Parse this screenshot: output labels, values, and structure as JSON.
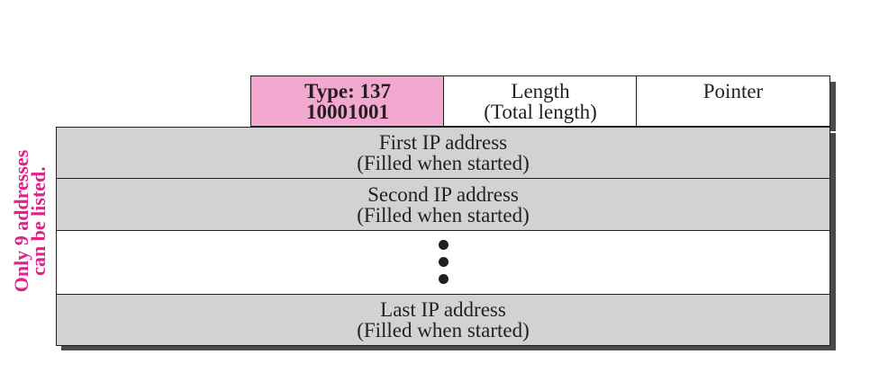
{
  "header": {
    "type_label": "Type: 137",
    "type_binary": "10001001",
    "length_label": "Length",
    "length_note": "(Total length)",
    "pointer_label": "Pointer"
  },
  "rows": [
    {
      "address": "First IP address",
      "note": "(Filled when started)"
    },
    {
      "address": "Second IP address",
      "note": "(Filled when started)"
    },
    {
      "address": "Last IP address",
      "note": "(Filled when started)"
    }
  ],
  "side_note": {
    "line1": "Only 9 addresses",
    "line2": "can be listed."
  },
  "colors": {
    "type_field": "#f3a8cf",
    "address_rows": "#d1d2d4",
    "side_note_text": "#e0218a",
    "border": "#231f20"
  }
}
